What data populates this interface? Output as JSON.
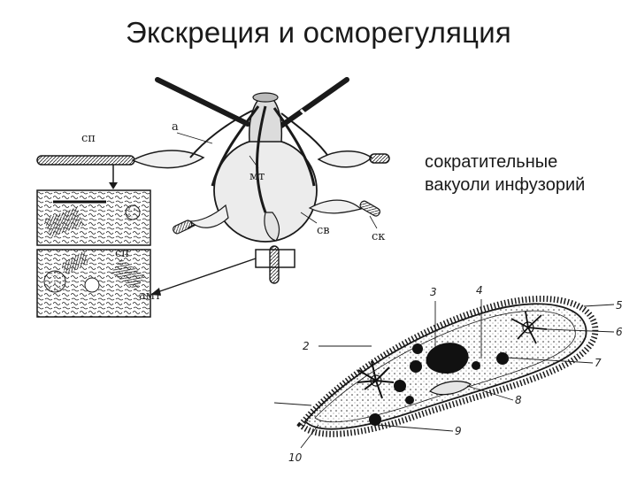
{
  "slide": {
    "title": "Экскреция и осморегуляция",
    "caption_line1": "сократительные",
    "caption_line2": "вакуоли инфузорий"
  },
  "figure_top": {
    "labels": {
      "a": "а",
      "sp_left": "сп",
      "mt": "мт",
      "sv": "св",
      "sk": "ск",
      "sp_inset": "сп",
      "amt": "амт"
    }
  },
  "figure_bottom": {
    "numbers": [
      "2",
      "3",
      "4",
      "5",
      "6",
      "7",
      "8",
      "9",
      "10"
    ]
  },
  "colors": {
    "ink": "#1a1a1a",
    "fill_dark": "#111111",
    "cell_light": "#f4f4f4"
  }
}
